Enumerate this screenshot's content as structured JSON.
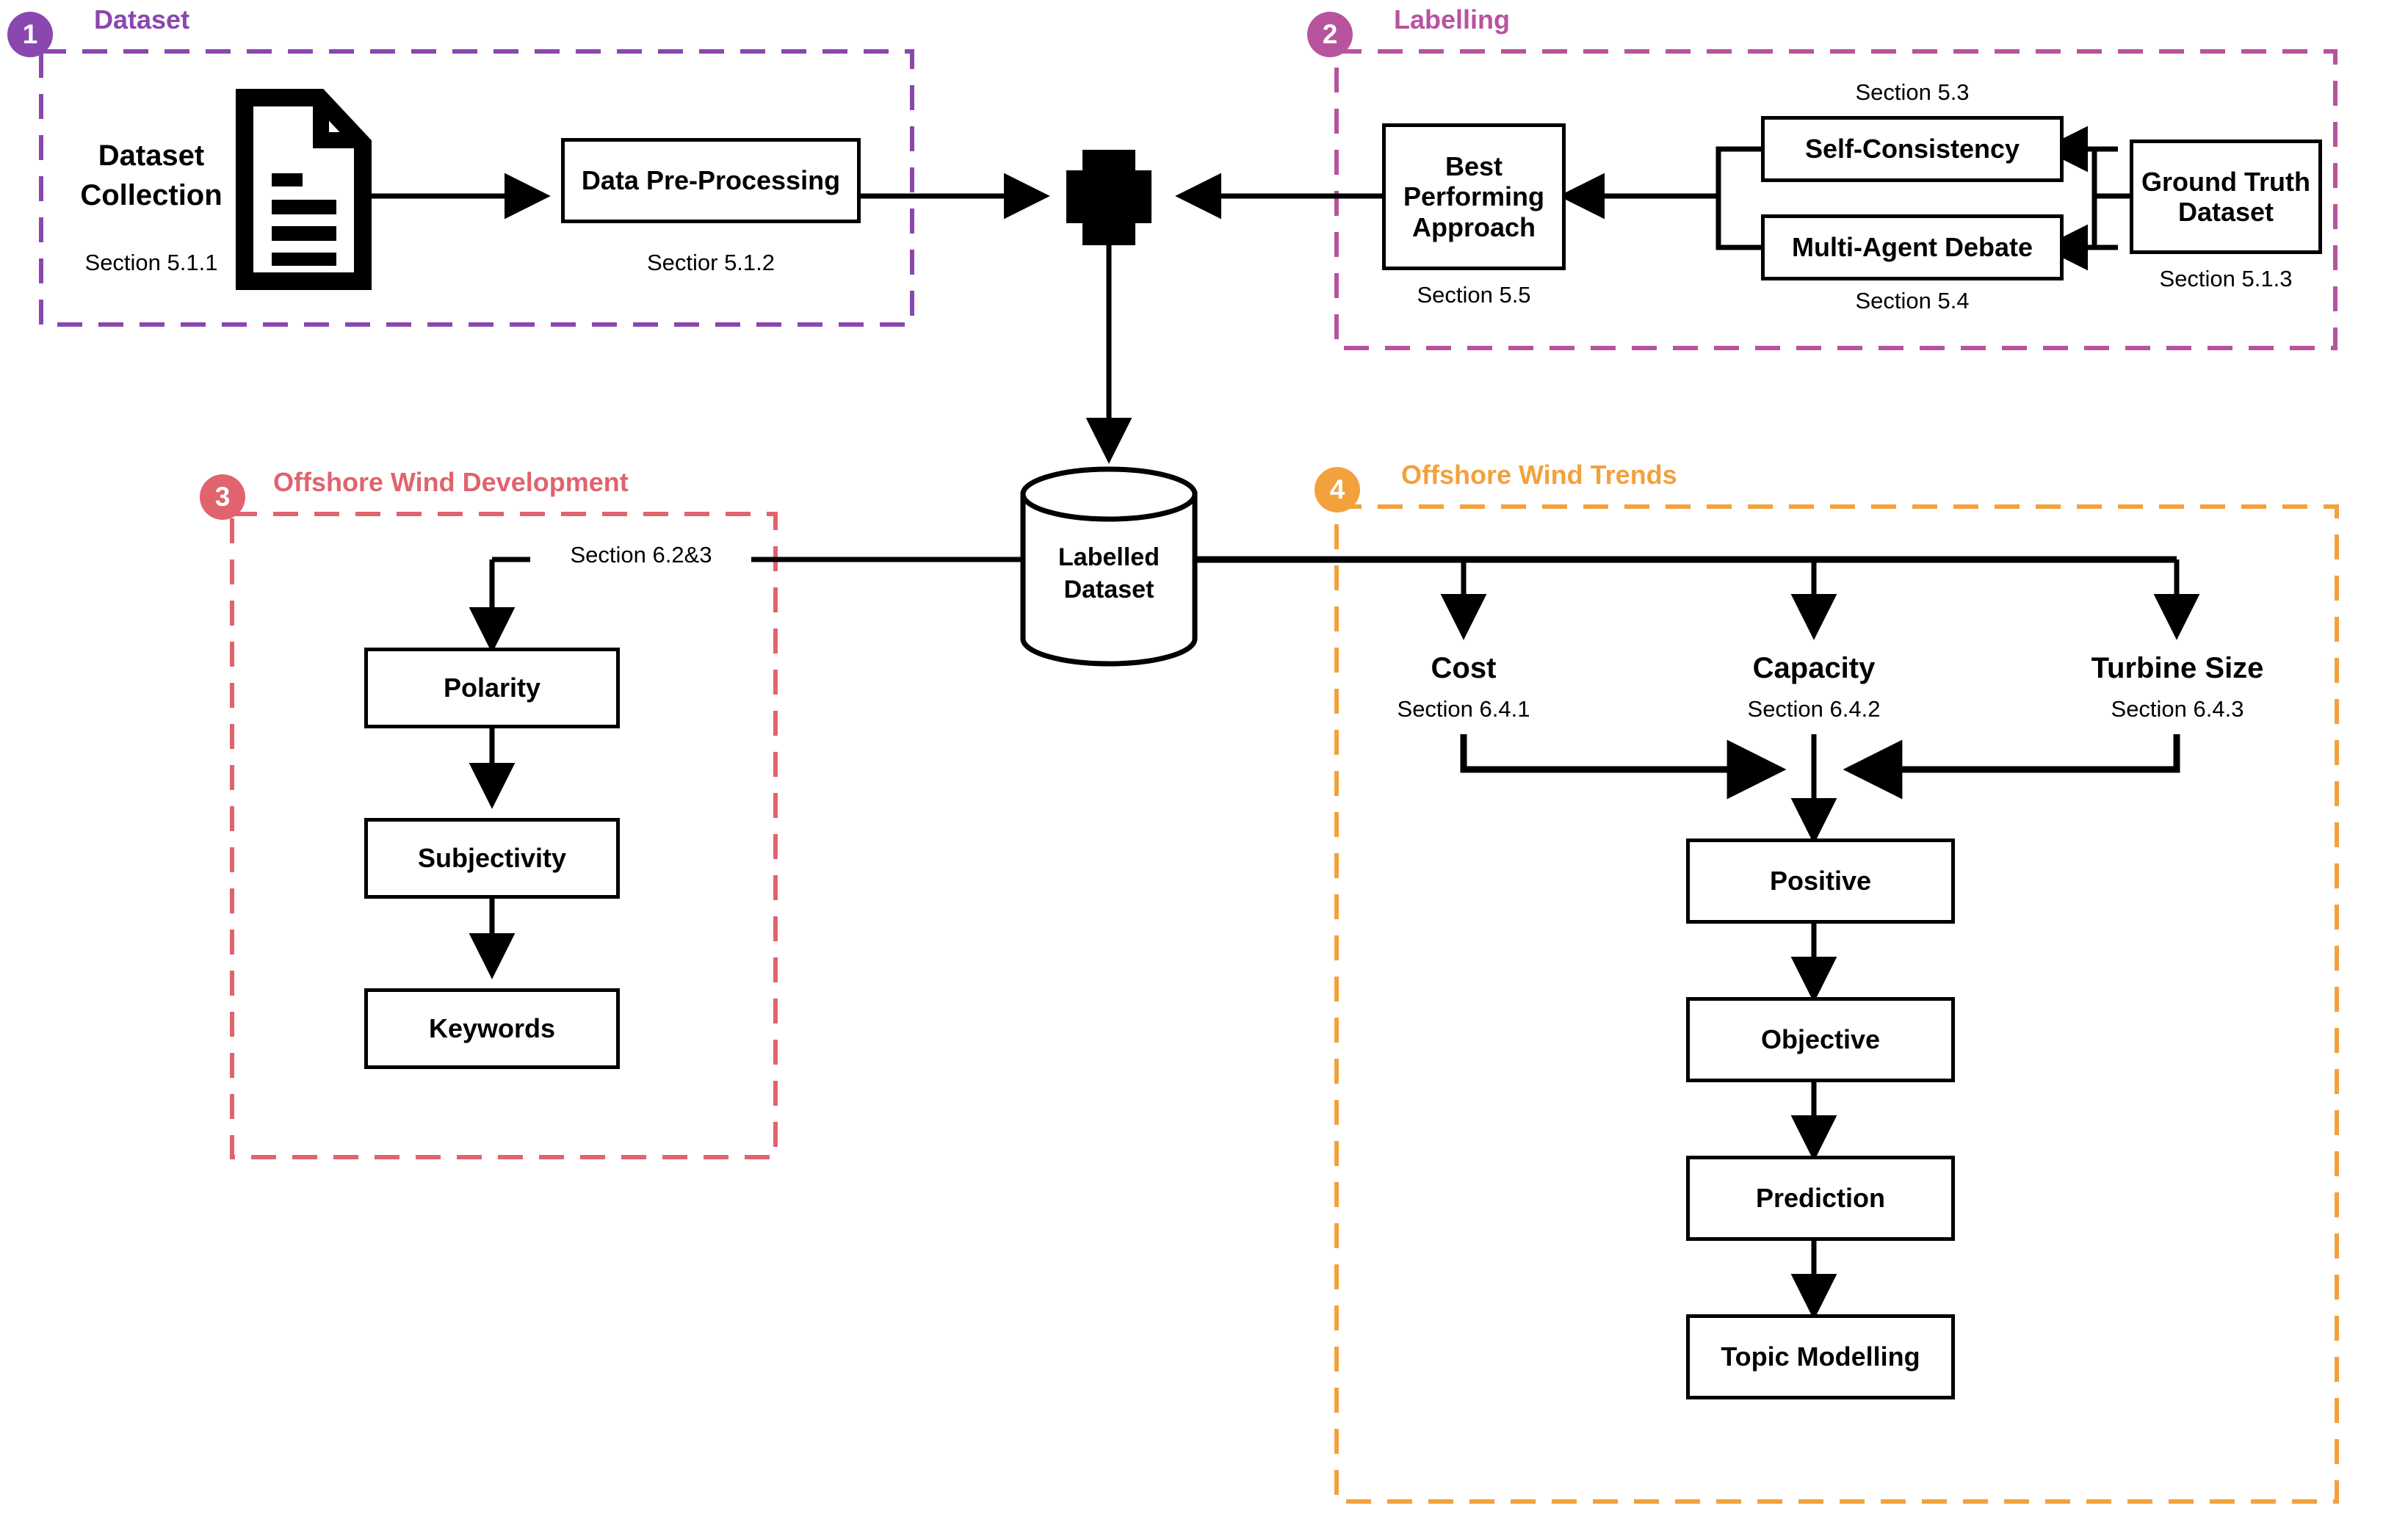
{
  "diagram": {
    "title": "Offshore Wind Research Methodology Flowchart",
    "sections": [
      {
        "number": "1",
        "title": "Dataset",
        "color": "#8A47AE"
      },
      {
        "number": "2",
        "title": "Labelling",
        "color": "#B8539E"
      },
      {
        "number": "3",
        "title": "Offshore Wind Development",
        "color": "#E0636E"
      },
      {
        "number": "4",
        "title": "Offshore Wind Trends",
        "color": "#F3A13C"
      }
    ],
    "section1": {
      "dataset_collection_label_line1": "Dataset",
      "dataset_collection_label_line2": "Collection",
      "dataset_collection_caption": "Section 5.1.1",
      "document_icon": "document-icon",
      "pre_processing_label": "Data Pre-Processing",
      "pre_processing_caption": "Sectior  5.1.2"
    },
    "section2": {
      "best_approach_line1": "Best Performing",
      "best_approach_line2": "Approach",
      "best_approach_caption": "Section 5.5",
      "self_consistency_label": "Self-Consistency",
      "self_consistency_caption": "Section  5.3",
      "multi_agent_label": "Multi-Agent Debate",
      "multi_agent_caption": "Section 5.4",
      "ground_truth_line1": "Ground Truth",
      "ground_truth_line2": "Dataset",
      "ground_truth_caption": "Section  5.1.3"
    },
    "center": {
      "merge_symbol": "plus-merge-icon",
      "labelled_dataset_line1": "Labelled",
      "labelled_dataset_line2": "Dataset",
      "database_icon": "database-cylinder-icon"
    },
    "section3": {
      "edge_caption": "Section 6.2&3",
      "steps": [
        {
          "label": "Polarity"
        },
        {
          "label": "Subjectivity"
        },
        {
          "label": "Keywords"
        }
      ]
    },
    "section4": {
      "branches": [
        {
          "label": "Cost",
          "caption": "Section  6.4.1"
        },
        {
          "label": "Capacity",
          "caption": "Section  6.4.2"
        },
        {
          "label": "Turbine Size",
          "caption": "Section  6.4.3"
        }
      ],
      "steps": [
        {
          "label": "Positive"
        },
        {
          "label": "Objective"
        },
        {
          "label": "Prediction"
        },
        {
          "label": "Topic Modelling"
        }
      ]
    }
  }
}
